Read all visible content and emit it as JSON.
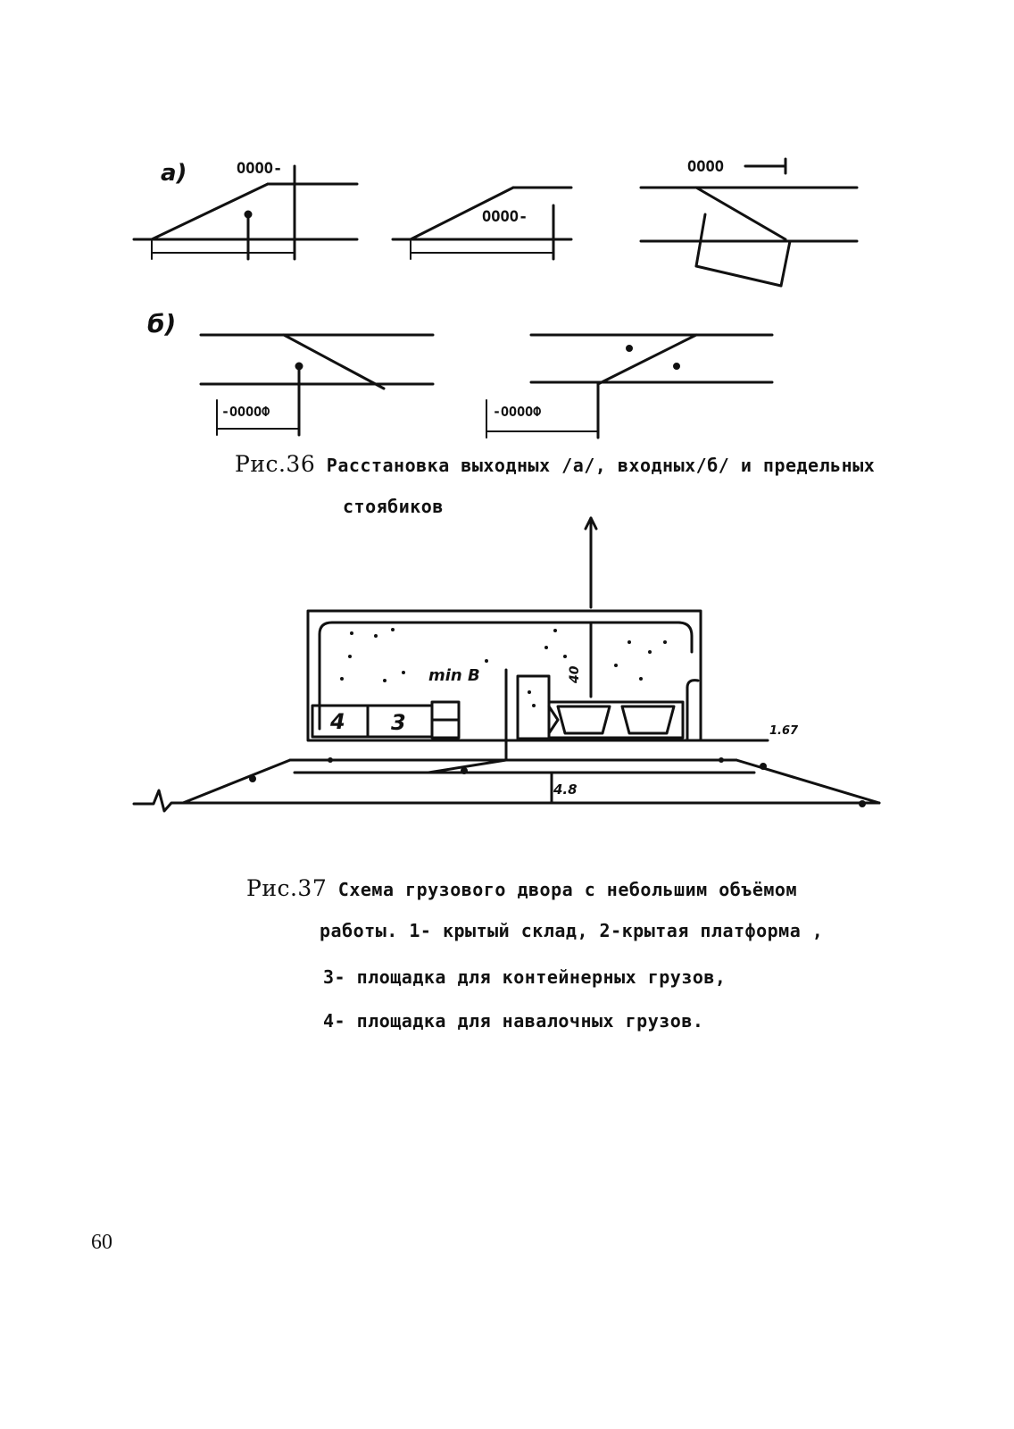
{
  "figure36": {
    "label_a": "а)",
    "label_b": "б)",
    "caption_num": "Рис.36",
    "caption_line1": "Расстановка выходных /а/, входных/б/ и предельных",
    "caption_line2": "стоябиков"
  },
  "figure37": {
    "numbers": [
      "4",
      "3"
    ],
    "caption_num": "Рис.37",
    "caption_lines": [
      "Схема грузового двора с небольшим объёмом",
      "работы. 1- крытый склад, 2-крытая платформа ,",
      "3- площадка для контейнерных грузов,",
      "4- площадка для навалочных грузов."
    ]
  },
  "page_number": "60"
}
